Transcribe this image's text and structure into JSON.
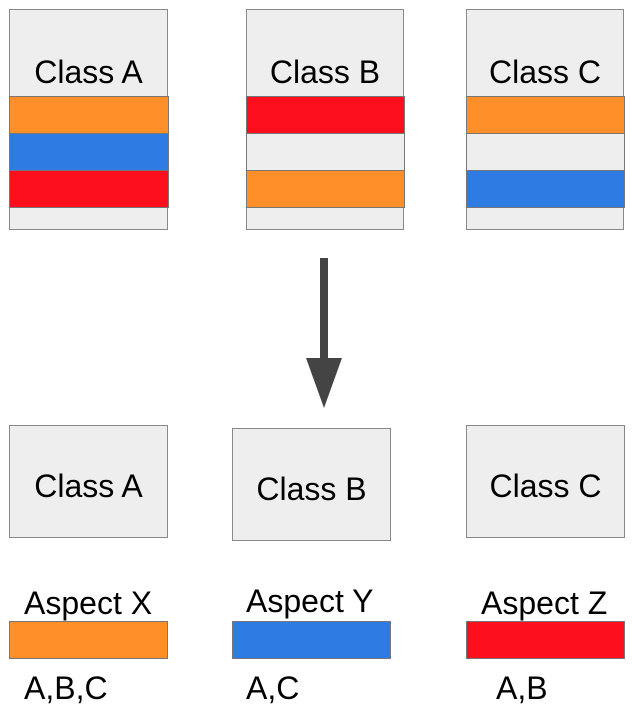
{
  "colors": {
    "orange": "#fe8f29",
    "blue": "#2e7be3",
    "red": "#fc0e1c",
    "box_fill": "#eeeeee",
    "arrow": "#444444"
  },
  "top_classes": [
    {
      "label": "Class A",
      "stripes": [
        "orange",
        "blue",
        "red"
      ]
    },
    {
      "label": "Class B",
      "stripes": [
        "red",
        "none",
        "orange"
      ]
    },
    {
      "label": "Class C",
      "stripes": [
        "orange",
        "none",
        "blue"
      ]
    }
  ],
  "bottom_classes": [
    {
      "label": "Class A"
    },
    {
      "label": "Class B"
    },
    {
      "label": "Class C"
    }
  ],
  "aspects": [
    {
      "label": "Aspect X",
      "color": "orange",
      "classes": "A,B,C"
    },
    {
      "label": "Aspect Y",
      "color": "blue",
      "classes": "A,C"
    },
    {
      "label": "Aspect Z",
      "color": "red",
      "classes": "A,B"
    }
  ]
}
